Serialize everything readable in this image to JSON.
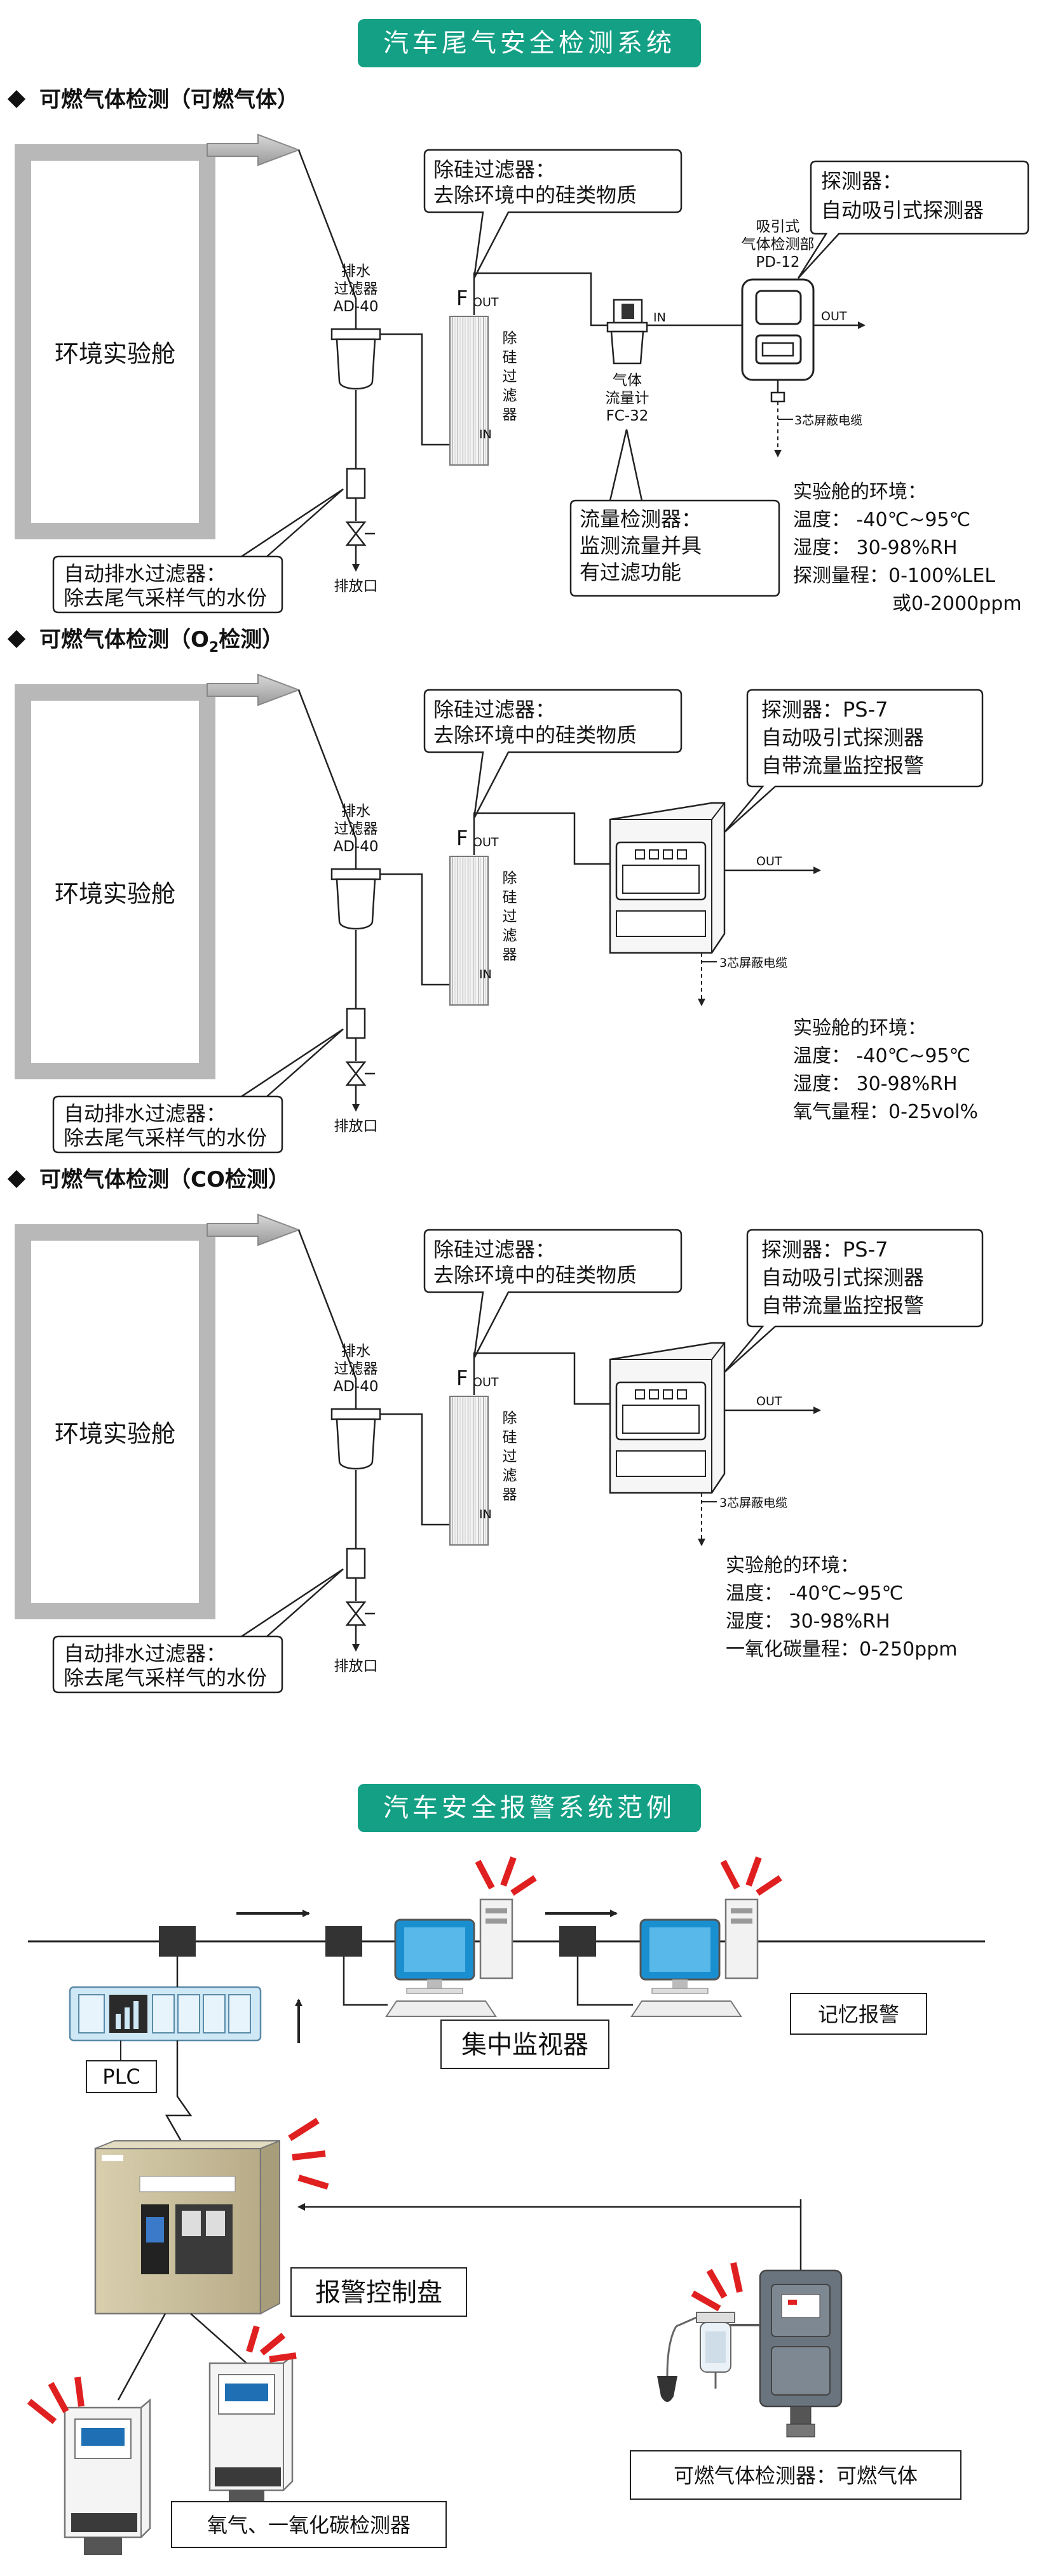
{
  "banner_top": "汽车尾气安全检测系统",
  "banner_bottom": "汽车安全报警系统范例",
  "colors": {
    "banner": "#14a085",
    "alert": "#e02020",
    "chamber": "#b8b8b8",
    "monitor": "#1a8fd0"
  },
  "sections": [
    {
      "title": "可燃气体检测（可燃气体）",
      "chamber": "环境实验舱",
      "drain_filter": [
        "排水",
        "过滤器",
        "AD-40"
      ],
      "drain_outlet": "排放口",
      "drain_callout": [
        "自动排水过滤器：",
        "除去尾气采样气的水份"
      ],
      "si_filter": {
        "f": "F",
        "out": "OUT",
        "in": "IN",
        "name": [
          "除",
          "硅",
          "过",
          "滤",
          "器"
        ]
      },
      "si_callout": [
        "除硅过滤器：",
        "去除环境中的硅类物质"
      ],
      "flowmeter": {
        "name": [
          "气体",
          "流量计",
          "FC-32"
        ],
        "in": "IN"
      },
      "flow_callout": [
        "流量检测器：",
        "监测流量并具",
        "有过滤功能"
      ],
      "detector_label": [
        "吸引式",
        "气体检测部",
        "PD-12"
      ],
      "detector_out": "OUT",
      "detector_callout": [
        "探测器：",
        "自动吸引式探测器"
      ],
      "cable": "3芯屏蔽电缆",
      "env": [
        "实验舱的环境：",
        "温度： -40℃~95℃",
        "湿度： 30-98%RH",
        "探测量程：0-100%LEL",
        "或0-2000ppm"
      ]
    },
    {
      "title_pre": "可燃气体检测（O",
      "title_sub": "2",
      "title_post": "检测）",
      "chamber": "环境实验舱",
      "drain_filter": [
        "排水",
        "过滤器",
        "AD-40"
      ],
      "drain_outlet": "排放口",
      "drain_callout": [
        "自动排水过滤器：",
        "除去尾气采样气的水份"
      ],
      "si_filter": {
        "f": "F",
        "out": "OUT",
        "in": "IN",
        "name": [
          "除",
          "硅",
          "过",
          "滤",
          "器"
        ]
      },
      "si_callout": [
        "除硅过滤器：",
        "去除环境中的硅类物质"
      ],
      "detector_callout": [
        "探测器：PS-7",
        "自动吸引式探测器",
        "自带流量监控报警"
      ],
      "detector_out": "OUT",
      "cable": "3芯屏蔽电缆",
      "env": [
        "实验舱的环境：",
        "温度： -40℃~95℃",
        "湿度： 30-98%RH",
        "氧气量程：0-25vol%"
      ]
    },
    {
      "title": "可燃气体检测（CO检测）",
      "chamber": "环境实验舱",
      "drain_filter": [
        "排水",
        "过滤器",
        "AD-40"
      ],
      "drain_outlet": "排放口",
      "drain_callout": [
        "自动排水过滤器：",
        "除去尾气采样气的水份"
      ],
      "si_filter": {
        "f": "F",
        "out": "OUT",
        "in": "IN",
        "name": [
          "除",
          "硅",
          "过",
          "滤",
          "器"
        ]
      },
      "si_callout": [
        "除硅过滤器：",
        "去除环境中的硅类物质"
      ],
      "detector_callout": [
        "探测器：PS-7",
        "自动吸引式探测器",
        "自带流量监控报警"
      ],
      "detector_out": "OUT",
      "cable": "3芯屏蔽电缆",
      "env": [
        "实验舱的环境：",
        "温度： -40℃~95℃",
        "湿度： 30-98%RH",
        "一氧化碳量程：0-250ppm"
      ]
    }
  ],
  "alarm": {
    "plc": "PLC",
    "central_monitor": "集中监视器",
    "memory_alarm": "记忆报警",
    "control_panel": "报警控制盘",
    "o2_co_detector": "氧气、一氧化碳检测器",
    "combustible_detector": "可燃气体检测器：可燃气体"
  }
}
